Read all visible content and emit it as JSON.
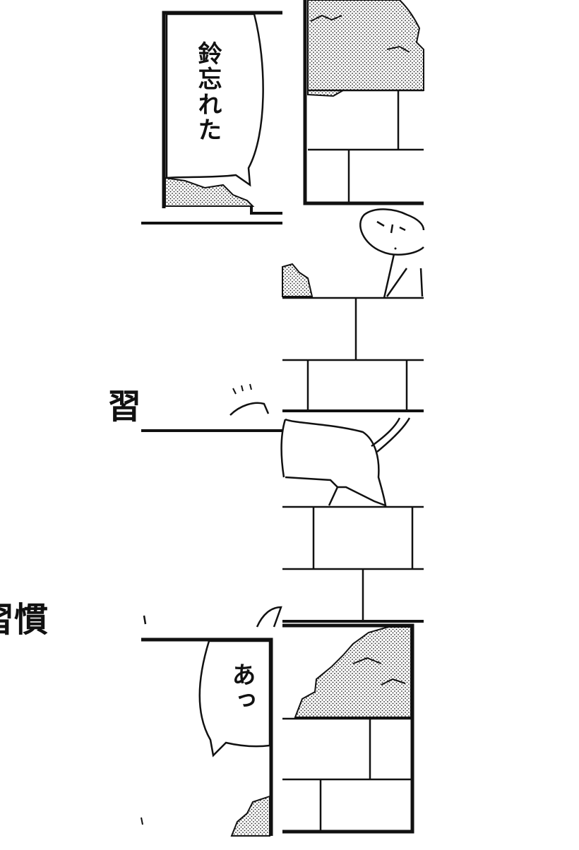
{
  "speech": {
    "bubble_1": "鈴忘れた",
    "bubble_2": "あっ"
  },
  "side_text": {
    "upper": "習",
    "lower": "習慣"
  },
  "sfx": {
    "upper_marks": "’’’"
  }
}
